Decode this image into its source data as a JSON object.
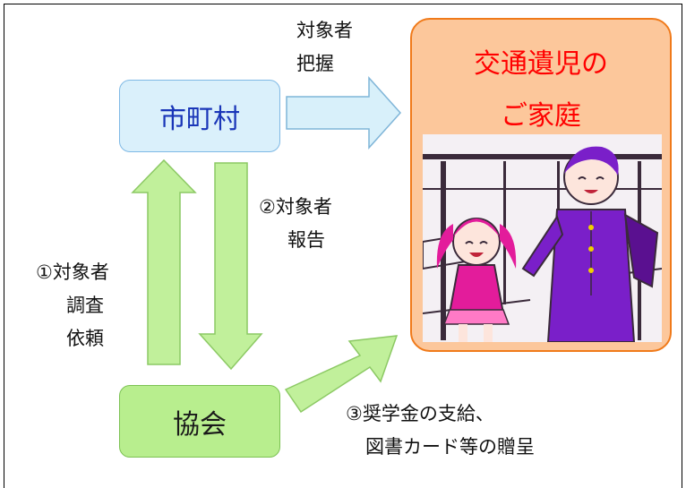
{
  "colors": {
    "muni_fill": "#daf0fb",
    "muni_border": "#7fb9e5",
    "muni_text": "#1a36b8",
    "assoc_fill": "#b8ee8e",
    "assoc_border": "#7cc253",
    "assoc_text": "#1a1a1a",
    "family_fill": "#fcc79b",
    "family_border": "#f07a1a",
    "family_text": "#ff0000",
    "arrow_blue_fill": "#d8f0fa",
    "arrow_blue_stroke": "#7fb5d8",
    "arrow_green_fill": "#c1f09b",
    "arrow_green_stroke": "#8cc964"
  },
  "nodes": {
    "municipality": "市町村",
    "association": "協会",
    "family_line1": "交通遺児の",
    "family_line2": "ご家庭"
  },
  "labels": {
    "grasp": [
      "対象者",
      "把握"
    ],
    "report": [
      "②対象者",
      "報告"
    ],
    "request": [
      "①対象者",
      "調査",
      "依頼"
    ],
    "support": [
      "③奨学金の支給、",
      "図書カード等の贈呈"
    ]
  },
  "illustration": {
    "icon": "children-walking-illustration"
  }
}
